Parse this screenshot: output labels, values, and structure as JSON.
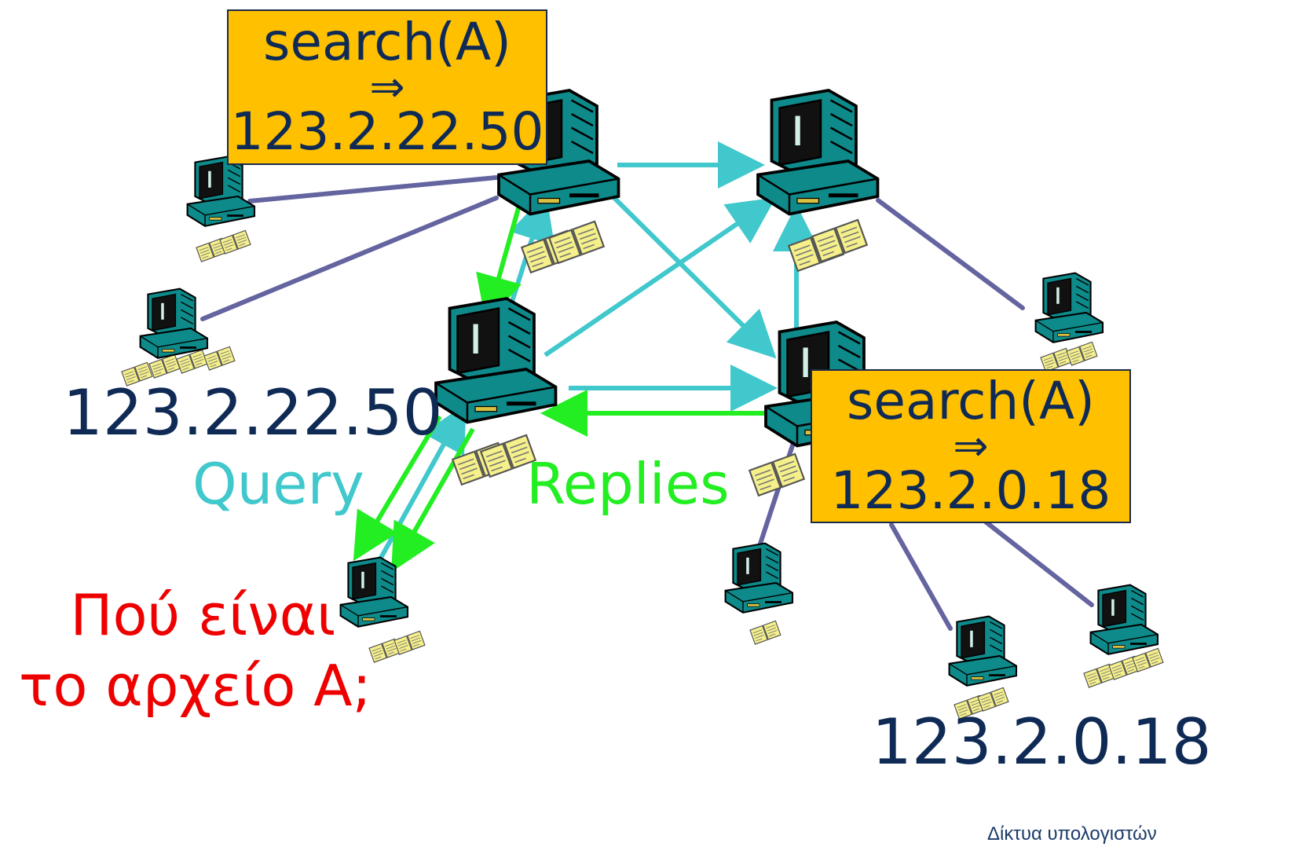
{
  "box_top": {
    "line1": "search(A)",
    "arrow": "⇒",
    "line3": "123.2.22.50"
  },
  "box_right": {
    "line1": "search(A)",
    "arrow": "⇒",
    "line3": "123.2.0.18"
  },
  "label_ip_left": "123.2.22.50",
  "label_query": "Query",
  "label_replies": "Replies",
  "label_question_line1": "Πού είναι",
  "label_question_line2": "το αρχείο A;",
  "label_ip_bottom": "123.2.0.18",
  "footer": "Δίκτυα υπολογιστών",
  "colors": {
    "link": "#6464a0",
    "query": "#40c8cc",
    "reply": "#22ee22",
    "box": "#ffc000",
    "ip_text": "#0f2a55",
    "question_text": "#ee0000"
  }
}
